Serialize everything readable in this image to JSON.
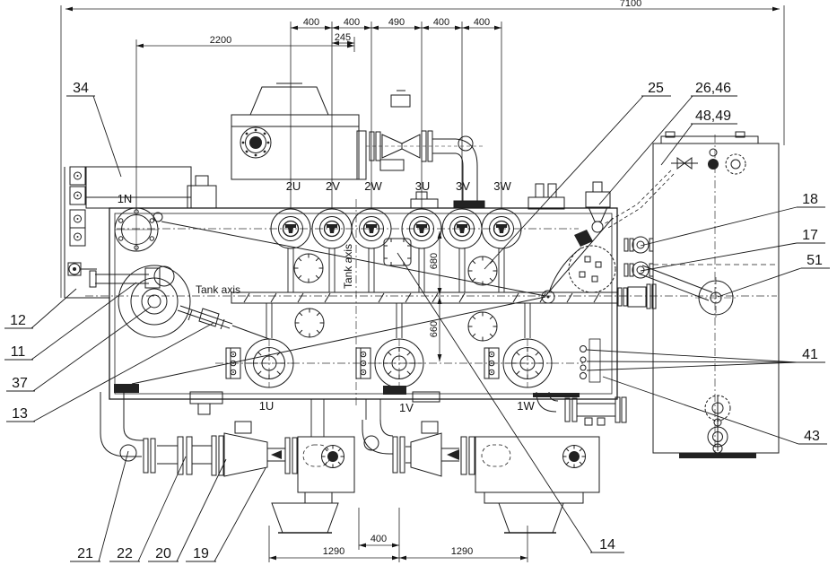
{
  "figure": {
    "axis_label_horizontal": "Tank axis",
    "axis_label_vertical": "Tank axis",
    "terminals": {
      "neutral": "1N",
      "hv": [
        "2U",
        "2V",
        "2W",
        "3U",
        "3V",
        "3W"
      ],
      "lv": [
        "1U",
        "1V",
        "1W"
      ]
    },
    "dimensions": {
      "overall": "7100",
      "span_2200": "2200",
      "offset_245": "245",
      "top_chain": [
        "400",
        "400",
        "490",
        "400",
        "400"
      ],
      "vertical_680": "680",
      "vertical_660": "660",
      "bottom_gap": "400",
      "bottom_left": "1290",
      "bottom_right": "1290"
    },
    "callouts": {
      "34": "34",
      "25": "25",
      "26_46": "26,46",
      "48_49": "48,49",
      "18": "18",
      "17": "17",
      "51": "51",
      "41": "41",
      "43": "43",
      "12": "12",
      "11": "11",
      "37": "37",
      "13": "13",
      "21": "21",
      "22": "22",
      "20": "20",
      "19": "19",
      "14": "14"
    }
  }
}
